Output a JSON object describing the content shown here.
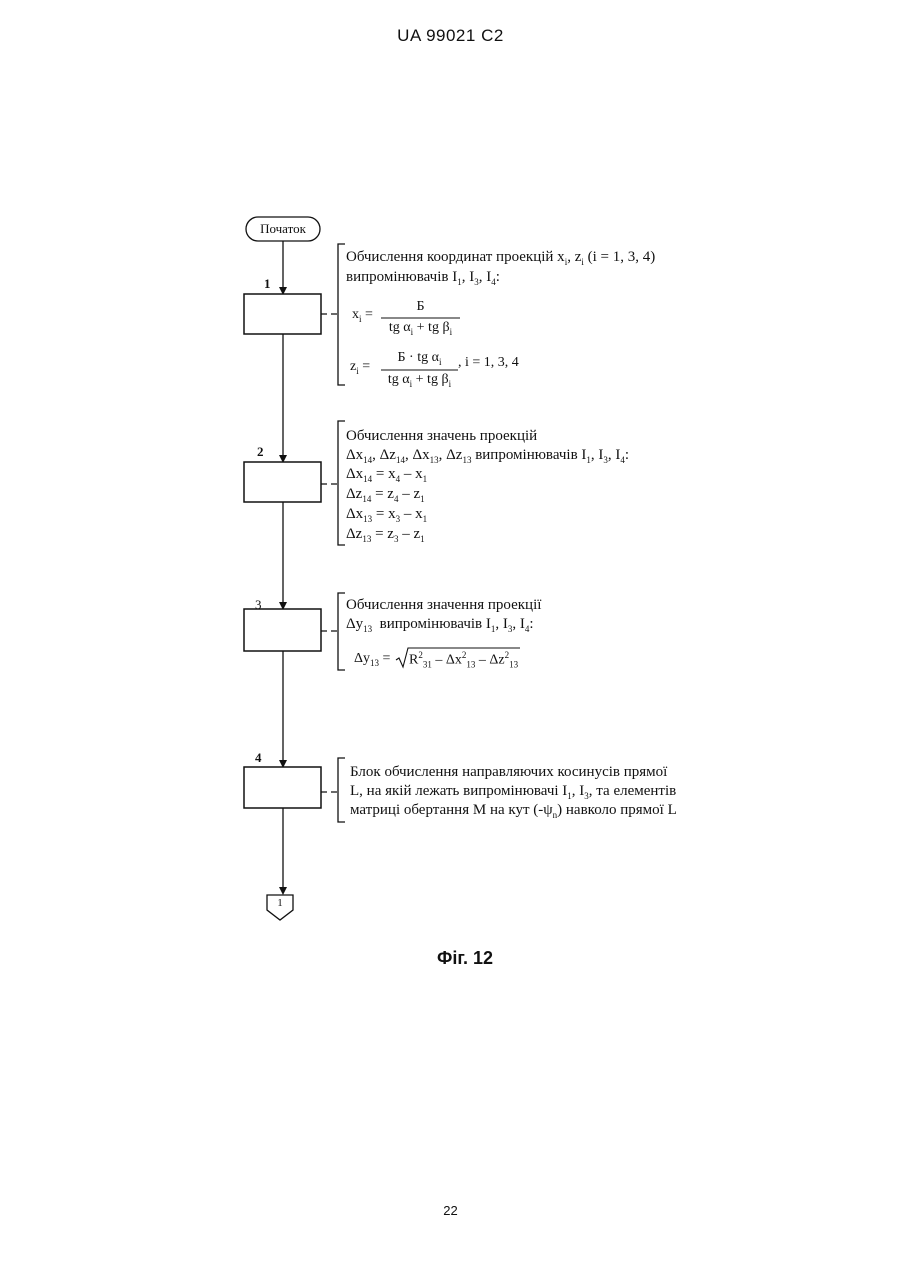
{
  "header": "UA   99021   C2",
  "page_number": "22",
  "caption": "Фіг. 12",
  "start_label": "Початок",
  "connector_label": "1",
  "steps": [
    {
      "number": "1",
      "lines": [
        "Обчислення координат проекцій x",
        ", z",
        " (i = 1, 3, 4)"
      ],
      "line2": "випромінювачів I",
      "formula_x_lhs": "x",
      "formula_x_num": "Б",
      "formula_x_den": "tg α",
      "formula_z_lhs": "z",
      "formula_z_num": "Б · tg α",
      "formula_z_den": "tg α",
      "formula_z_tail": ", i = 1, 3, 4"
    },
    {
      "number": "2",
      "title": "Обчислення значень проекцій",
      "line2_tail": "випромінювачів I",
      "eq1": "= x",
      "eq2": "= z",
      "eq3": "= x",
      "eq4": "= z"
    },
    {
      "number": "3",
      "title": "Обчислення значення проекції",
      "line2": "випромінювачів I",
      "formula": "Δy"
    },
    {
      "number": "4",
      "line1": "Блок обчислення направляючих косинусів прямої",
      "line2": "L, на якій лежать випромінювачі I",
      "line2_tail": ", та елементів",
      "line3": "матриці обертання M на кут (-ψ",
      "line3_tail": ") навколо прямої L"
    }
  ]
}
